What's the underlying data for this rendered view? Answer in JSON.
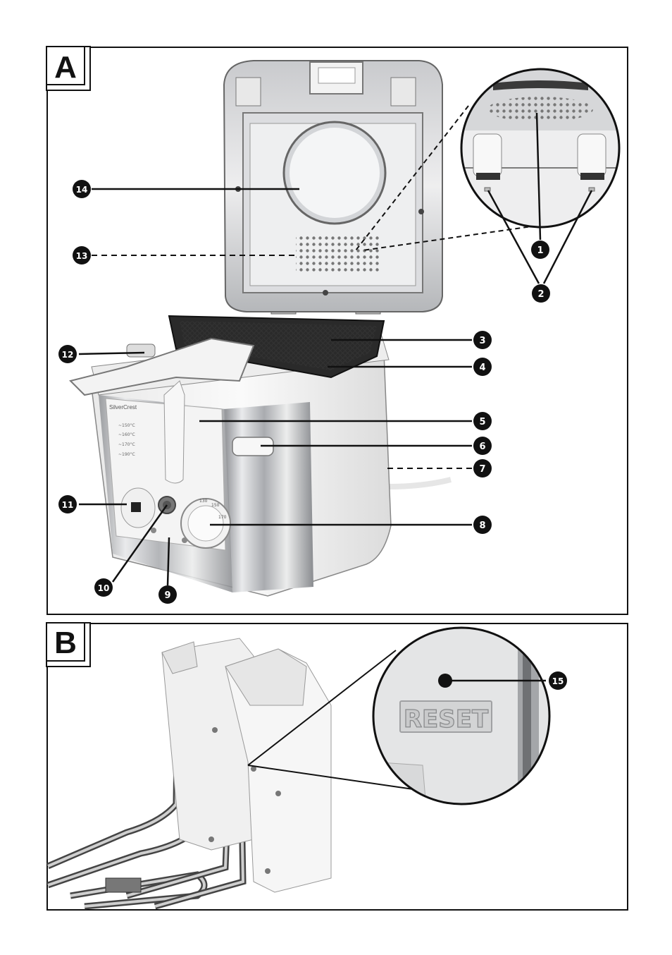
{
  "panels": {
    "a": {
      "label": "A"
    },
    "b": {
      "label": "B"
    }
  },
  "callouts": [
    "1",
    "2",
    "3",
    "4",
    "5",
    "6",
    "7",
    "8",
    "9",
    "10",
    "11",
    "12",
    "13",
    "14",
    "15"
  ],
  "device": {
    "brand": "SilverCrest",
    "temps": [
      "~150°C",
      "~160°C",
      "~170°C",
      "~190°C"
    ],
    "dial_marks": [
      "130",
      "150",
      "170"
    ],
    "reset_label": "RESET"
  }
}
